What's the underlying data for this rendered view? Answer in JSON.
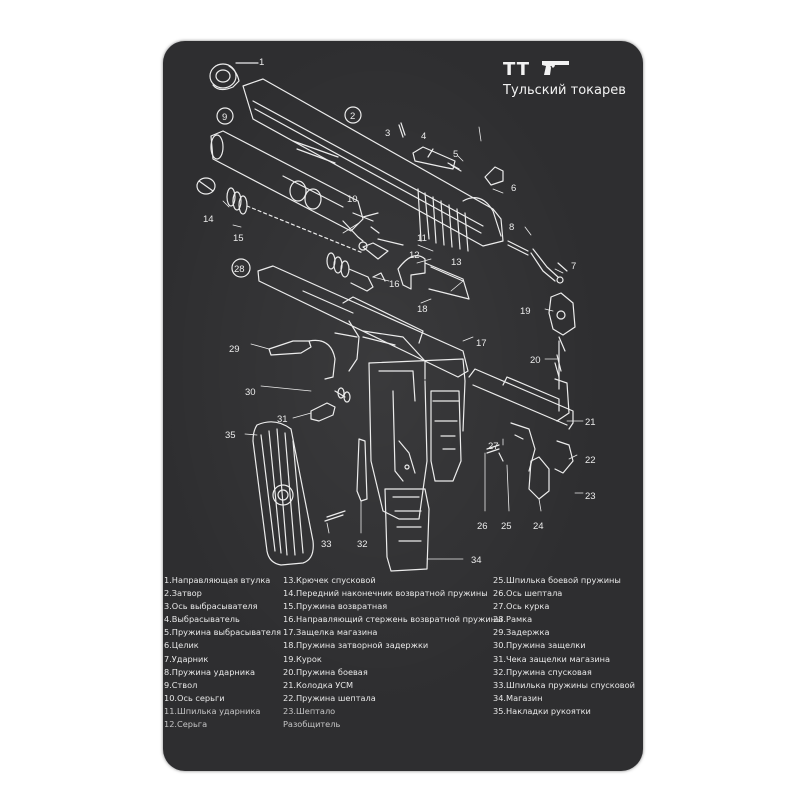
{
  "brand": {
    "code": "TT",
    "name": "Тульский токарев",
    "gun_icon": "pistol-icon"
  },
  "diagram": {
    "callouts": [
      "1",
      "2",
      "3",
      "4",
      "5",
      "6",
      "7",
      "8",
      "9",
      "10",
      "11",
      "12",
      "13",
      "14",
      "15",
      "16",
      "17",
      "18",
      "19",
      "20",
      "21",
      "22",
      "23",
      "24",
      "25",
      "26",
      "27",
      "28",
      "29",
      "30",
      "31",
      "33",
      "32",
      "34",
      "35"
    ]
  },
  "legend": {
    "column1": [
      "1.Направляющая втулка",
      "2.Затвор",
      "3.Ось выбрасывателя",
      "4.Выбрасыватель",
      "5.Пружина выбрасывателя",
      "6.Целик",
      "7.Ударник",
      "8.Пружина ударника",
      "9.Ствол",
      "10.Ось серьги",
      "11.Шпилька ударника",
      "12.Серьга"
    ],
    "column2": [
      "13.Крючек спусковой",
      "14.Передний наконечник возвратной пружины",
      "15.Пружина возвратная",
      "16.Направляющий стержень возвратной пружины",
      "17.Защелка магазина",
      "18.Пружина затворной задержки",
      "19.Курок",
      "20.Пружина боевая",
      "21.Колодка УСМ",
      "22.Пружина шептала",
      "23.Шептало",
      "Разобщитель"
    ],
    "column3": [
      "25.Шпилька боевой пружины",
      "26.Ось шептала",
      "27.Ось курка",
      "28.Рамка",
      "29.Задержка",
      "30.Пружина защелки",
      "31.Чека защелки магазина",
      "32.Пружина спусковая",
      "33.Шпилька пружины спусковой",
      "34.Магазин",
      "35.Накладки рукоятки"
    ]
  }
}
